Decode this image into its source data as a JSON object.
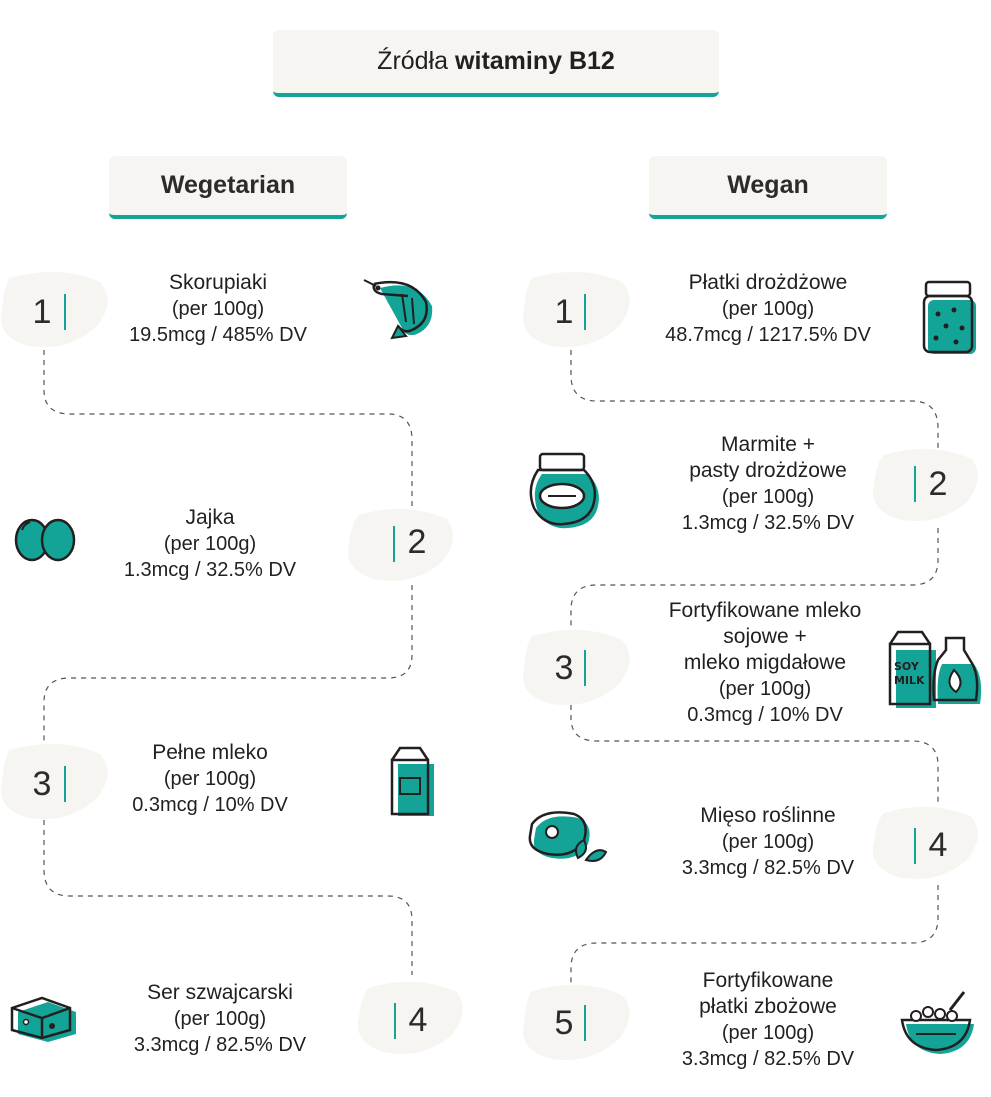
{
  "title": {
    "prefix": "Źródła",
    "bold": "witaminy B12"
  },
  "columns": {
    "left": {
      "label": "Wegetarian"
    },
    "right": {
      "label": "Wegan"
    }
  },
  "colors": {
    "accent": "#13a497",
    "blob": "#f6f5f1",
    "text": "#231f20"
  },
  "vegetarian": [
    {
      "number": "1",
      "name": "Skorupiaki",
      "serving": "(per 100g)",
      "value": "19.5mcg / 485% DV",
      "icon": "shrimp-icon"
    },
    {
      "number": "2",
      "name": "Jajka",
      "serving": "(per 100g)",
      "value": "1.3mcg / 32.5% DV",
      "icon": "eggs-icon"
    },
    {
      "number": "3",
      "name": "Pełne mleko",
      "serving": "(per 100g)",
      "value": "0.3mcg / 10% DV",
      "icon": "milk-carton-icon"
    },
    {
      "number": "4",
      "name": "Ser szwajcarski",
      "serving": "(per 100g)",
      "value": "3.3mcg / 82.5% DV",
      "icon": "cheese-icon"
    }
  ],
  "vegan": [
    {
      "number": "1",
      "name": "Płatki drożdżowe",
      "serving": "(per 100g)",
      "value": "48.7mcg / 1217.5% DV",
      "icon": "yeast-flakes-jar-icon"
    },
    {
      "number": "2",
      "name_line1": "Marmite +",
      "name_line2": "pasty drożdżowe",
      "serving": "(per 100g)",
      "value": "1.3mcg / 32.5% DV",
      "icon": "marmite-jar-icon"
    },
    {
      "number": "3",
      "name_line1": "Fortyfikowane mleko",
      "name_line2": "sojowe +",
      "name_line3": "mleko migdałowe",
      "serving": "(per 100g)",
      "value": "0.3mcg / 10% DV",
      "icon": "soy-almond-milk-icon",
      "icon_label_1": "SOY",
      "icon_label_2": "MILK"
    },
    {
      "number": "4",
      "name": "Mięso roślinne",
      "serving": "(per 100g)",
      "value": "3.3mcg / 82.5% DV",
      "icon": "plant-meat-icon"
    },
    {
      "number": "5",
      "name_line1": "Fortyfikowane",
      "name_line2": "płatki zbożowe",
      "serving": "(per 100g)",
      "value": "3.3mcg / 82.5% DV",
      "icon": "cereal-bowl-icon"
    }
  ]
}
